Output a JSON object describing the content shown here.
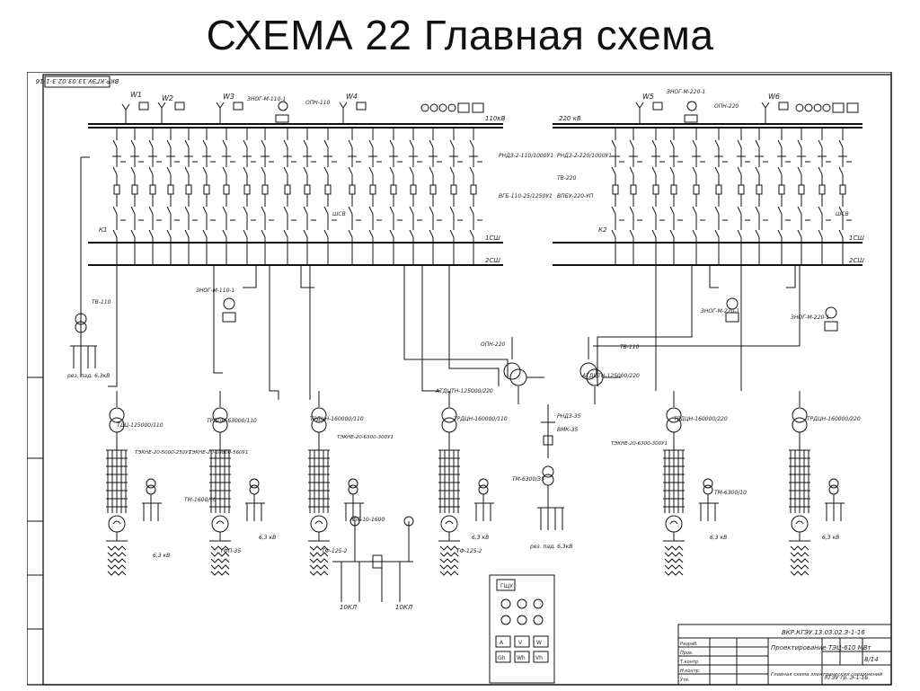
{
  "slide": {
    "title": "СХЕМА 22 Главная схема"
  },
  "diagram": {
    "code_stamp": "ВКР.КГЭУ.13.03.02.3-1-16",
    "buses": {
      "bus_110": "110кВ",
      "bus_220": "220 кВ",
      "sections": [
        "1СШ",
        "2СШ"
      ]
    },
    "lines": [
      "W1",
      "W2",
      "W3",
      "W4",
      "W5",
      "W6"
    ],
    "notes": {
      "znog_110": "ЗНОГ-М-110-1",
      "znog_220": "ЗНОГ-М-220-1",
      "opn_110": "ОПН-110",
      "opn_220": "ОПН-220",
      "rndz_220": "РНДЗ-2-220/1000У1",
      "rndz_110": "РНДЗ-2-110/1000У1",
      "tv_220": "ТВ-220",
      "tv_110": "ТВ-110",
      "vgb_110": "ВГБ-110-25/1250У1",
      "vpb_220": "ВПБУ-220-УП",
      "shsv": "ШСВ",
      "k1": "К1",
      "k2": "К2"
    },
    "autotransformers": [
      "АТДЦТН-125000/220",
      "АТДЦТН-125000/220"
    ],
    "transformers": [
      "ТДЦ-125000/110",
      "ТРДЦН-63000/110",
      "ТРДЦН-160000/110",
      "ТРДЦН-160000/110",
      "ТРДЦН-160000/220",
      "ТРДЦН-160000/220"
    ],
    "generators": [
      "ТФ-125-2",
      "ТФ-125-2",
      "ТФП-35"
    ],
    "kv_labels": [
      "6,3 кВ",
      "6,3 кВ",
      "6,3 кВ",
      "6,3 кВ",
      "6,3 кВ"
    ],
    "kru_labels": [
      "10КЛ",
      "10КЛ"
    ],
    "rbg": "РБГ-10-1600",
    "vmk": "ВМК-35",
    "rndz_35": "РНДЗ-35",
    "aux": "рез. пад. 6,3кВ",
    "tsn": [
      "ТМ-6300/35",
      "ТМ-1600/10",
      "ТМ-6300/10"
    ],
    "breakers": [
      "ТЭКНЕ-20-5000-250У1",
      "ТЭКНЕ-20-10800-560У1",
      "ТЭКНЕ-20-6300-300У1",
      "ТЭКНЕ-20-6300-300У1"
    ],
    "panel": {
      "title": "ГЩУ",
      "meters": [
        "А",
        "V",
        "W",
        "Gh",
        "Wh",
        "Vh"
      ]
    },
    "title_block": {
      "project": "Проектирование ТЭЦ-610 МВт",
      "sheet_name": "Главная схема электрических соединений",
      "group": "КГЭУ гр. Э-1-16",
      "sheet": "8/14",
      "rows": [
        "Разраб.",
        "Пров.",
        "Т.контр.",
        "Н.контр.",
        "Утв."
      ]
    }
  }
}
